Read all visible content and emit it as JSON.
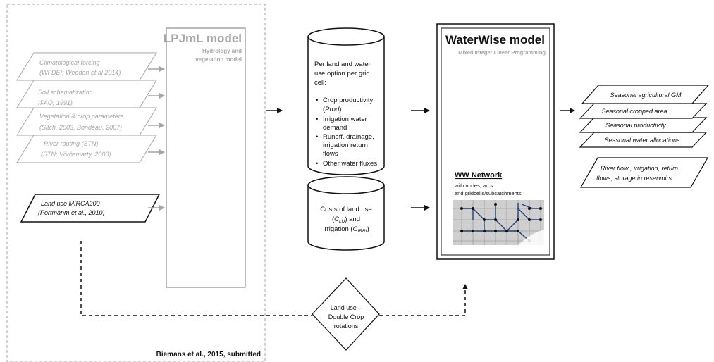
{
  "lpjml": {
    "title": "LPJmL model",
    "subtitle_line1": "Hydrology and",
    "subtitle_line2": "vegetation model",
    "inputs": [
      {
        "line1": "Climatological  forcing",
        "line2": "(WFDEI; Weedon et al 2014)"
      },
      {
        "line1": "Soil schematization",
        "line2": "(FAO, 1991)"
      },
      {
        "line1": "Vegetation & crop parameters",
        "line2": "(Sitch, 2003, Bondeau, 2007)"
      },
      {
        "line1": "River routing (STN)",
        "line2": "(STN; Vörösmarty, 2000)"
      }
    ],
    "land_use": {
      "line1": "Land use MIRCA200",
      "line2": "(Portmanm et al., 2010)"
    }
  },
  "cylinder_top": {
    "intro": [
      "Per land and water",
      "use option per grid",
      "cell:"
    ],
    "bullets": [
      {
        "l1": "Crop productivity",
        "l2": "(",
        "l2_italic": "Prod",
        "l2_end": ")"
      },
      {
        "l1": "Irrigation water",
        "l2": "demand"
      },
      {
        "l1": "Runoff, drainage,",
        "l2": "irrigation return",
        "l3": "flows"
      },
      {
        "l1": "Other water fluxes"
      }
    ]
  },
  "cylinder_bottom": {
    "line1": "Costs of land use",
    "line2_open": "(",
    "line2_var": "C",
    "line2_sub": "LU",
    "line2_close": ") and",
    "line3_pre": "irrigation (",
    "line3_var": "C",
    "line3_sub": "IRRI",
    "line3_close": ")"
  },
  "waterwise": {
    "title": "WaterWise model",
    "subtitle": "Mixed Integer Linear Programming",
    "network_title": "WW Network",
    "network_desc": [
      "with nodes, arcs",
      "and gridcells/subcatchments"
    ]
  },
  "outputs": [
    "Seasonal agricultural GM",
    "Seasonal cropped area",
    "Seasonal productivity",
    "Seasonal water allocations"
  ],
  "river_flow": {
    "line1": "River flow , irrigation, return",
    "line2": "flows, storage in reservoirs"
  },
  "diamond": {
    "line1": "Land use –",
    "line2": "Double Crop",
    "line3": "rotations"
  },
  "citation": "Biemans et al., 2015, submitted",
  "colors": {
    "grey": "#a6a6a6",
    "black": "#111111",
    "network_bg": "#cfcfcf",
    "network_line": "#1f3e7a"
  }
}
